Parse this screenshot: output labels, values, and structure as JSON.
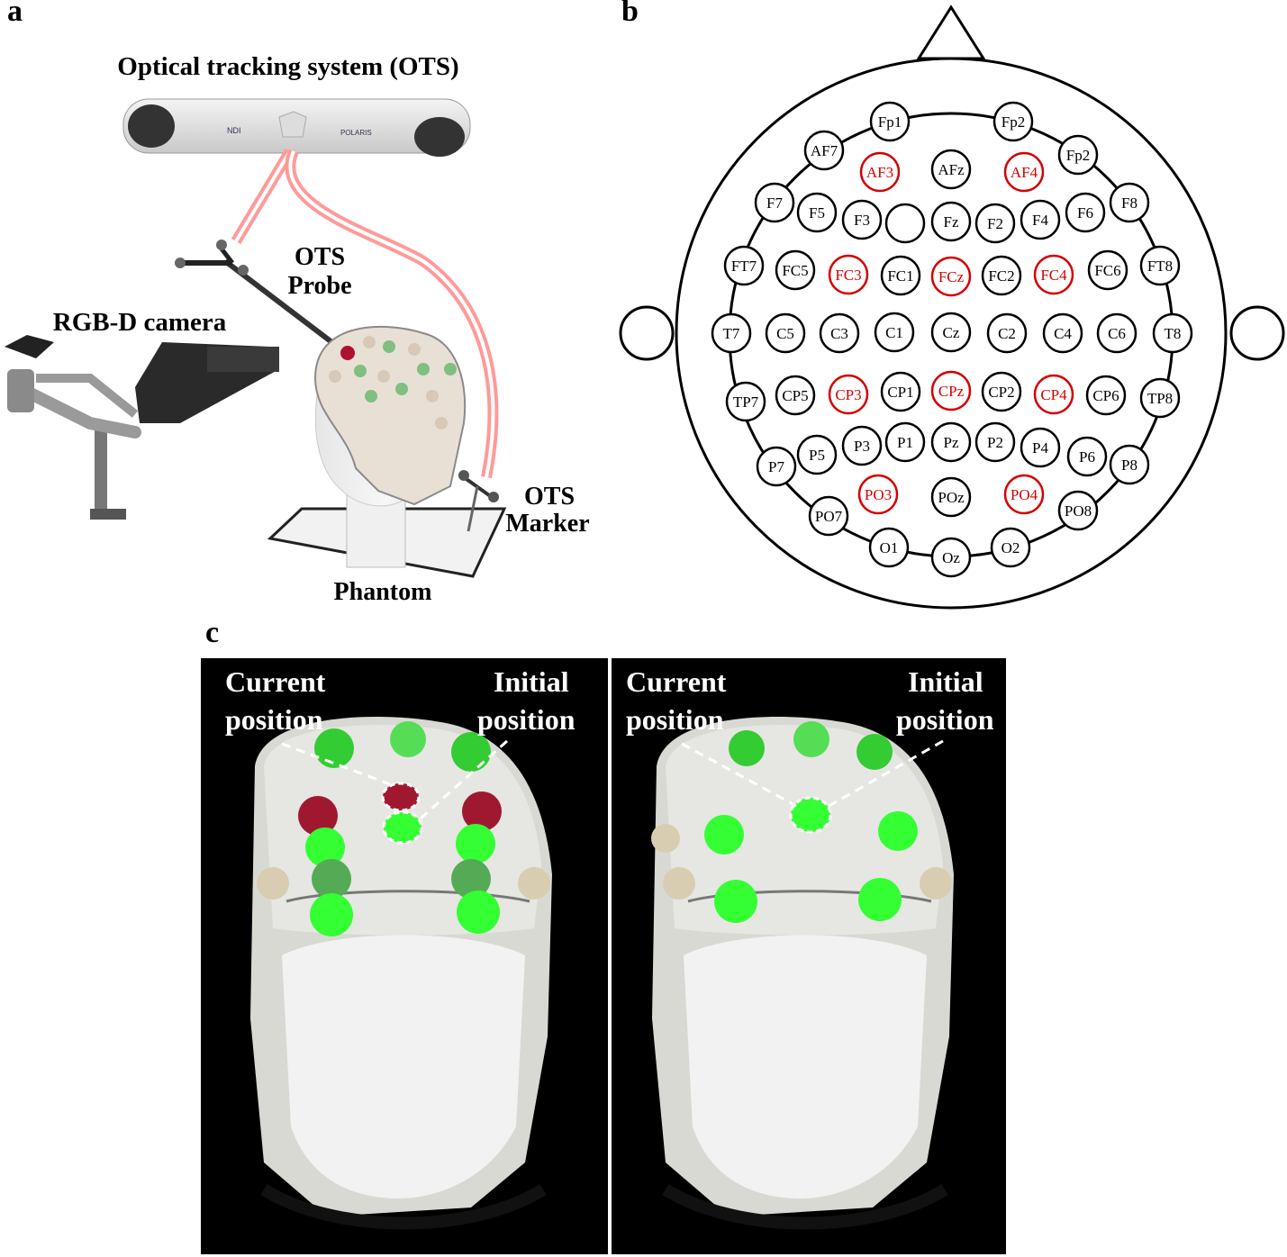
{
  "panels": {
    "a": {
      "letter": "a",
      "ots_title": "Optical tracking system (OTS)",
      "probe_label_1": "OTS",
      "probe_label_2": "Probe",
      "camera_label": "RGB-D camera",
      "marker_label_1": "OTS",
      "marker_label_2": "Marker",
      "phantom_label": "Phantom",
      "device_brand": "NDI",
      "device_model": "POLARIS"
    },
    "b": {
      "letter": "b",
      "electrodes": [
        {
          "label": "Fp1",
          "color": "#000000"
        },
        {
          "label": "Fp2",
          "color": "#000000"
        },
        {
          "label": "AF7",
          "color": "#000000"
        },
        {
          "label": "AF3",
          "color": "#d40000"
        },
        {
          "label": "AFz",
          "color": "#000000"
        },
        {
          "label": "AF4",
          "color": "#d40000"
        },
        {
          "label": "Fp2",
          "color": "#000000"
        },
        {
          "label": "F7",
          "color": "#000000"
        },
        {
          "label": "F5",
          "color": "#000000"
        },
        {
          "label": "F3",
          "color": "#000000"
        },
        {
          "label": "",
          "color": "#000000"
        },
        {
          "label": "Fz",
          "color": "#000000"
        },
        {
          "label": "F2",
          "color": "#000000"
        },
        {
          "label": "F4",
          "color": "#000000"
        },
        {
          "label": "F6",
          "color": "#000000"
        },
        {
          "label": "F8",
          "color": "#000000"
        },
        {
          "label": "FT7",
          "color": "#000000"
        },
        {
          "label": "FC5",
          "color": "#000000"
        },
        {
          "label": "FC3",
          "color": "#d40000"
        },
        {
          "label": "FC1",
          "color": "#000000"
        },
        {
          "label": "FCz",
          "color": "#d40000"
        },
        {
          "label": "FC2",
          "color": "#000000"
        },
        {
          "label": "FC4",
          "color": "#d40000"
        },
        {
          "label": "FC6",
          "color": "#000000"
        },
        {
          "label": "FT8",
          "color": "#000000"
        },
        {
          "label": "T7",
          "color": "#000000"
        },
        {
          "label": "C5",
          "color": "#000000"
        },
        {
          "label": "C3",
          "color": "#000000"
        },
        {
          "label": "C1",
          "color": "#000000"
        },
        {
          "label": "Cz",
          "color": "#000000"
        },
        {
          "label": "C2",
          "color": "#000000"
        },
        {
          "label": "C4",
          "color": "#000000"
        },
        {
          "label": "C6",
          "color": "#000000"
        },
        {
          "label": "T8",
          "color": "#000000"
        },
        {
          "label": "TP7",
          "color": "#000000"
        },
        {
          "label": "CP5",
          "color": "#000000"
        },
        {
          "label": "CP3",
          "color": "#d40000"
        },
        {
          "label": "CP1",
          "color": "#000000"
        },
        {
          "label": "CPz",
          "color": "#d40000"
        },
        {
          "label": "CP2",
          "color": "#000000"
        },
        {
          "label": "CP4",
          "color": "#d40000"
        },
        {
          "label": "CP6",
          "color": "#000000"
        },
        {
          "label": "TP8",
          "color": "#000000"
        },
        {
          "label": "P7",
          "color": "#000000"
        },
        {
          "label": "P5",
          "color": "#000000"
        },
        {
          "label": "P3",
          "color": "#000000"
        },
        {
          "label": "P1",
          "color": "#000000"
        },
        {
          "label": "Pz",
          "color": "#000000"
        },
        {
          "label": "P2",
          "color": "#000000"
        },
        {
          "label": "P4",
          "color": "#000000"
        },
        {
          "label": "P6",
          "color": "#000000"
        },
        {
          "label": "P8",
          "color": "#000000"
        },
        {
          "label": "PO7",
          "color": "#000000"
        },
        {
          "label": "PO3",
          "color": "#d40000"
        },
        {
          "label": "POz",
          "color": "#000000"
        },
        {
          "label": "PO4",
          "color": "#d40000"
        },
        {
          "label": "PO8",
          "color": "#000000"
        },
        {
          "label": "O1",
          "color": "#000000"
        },
        {
          "label": "Oz",
          "color": "#000000"
        },
        {
          "label": "O2",
          "color": "#000000"
        }
      ]
    },
    "c": {
      "letter": "c",
      "left": {
        "current_1": "Current",
        "current_2": "position",
        "initial_1": "Initial",
        "initial_2": "position"
      },
      "right": {
        "current_1": "Current",
        "current_2": "position",
        "initial_1": "Initial",
        "initial_2": "position"
      }
    }
  },
  "colors": {
    "highlight_red": "#d40000",
    "marker_green": "#33ff33",
    "marker_red": "#a01830",
    "ots_beam": "#ff4040"
  }
}
